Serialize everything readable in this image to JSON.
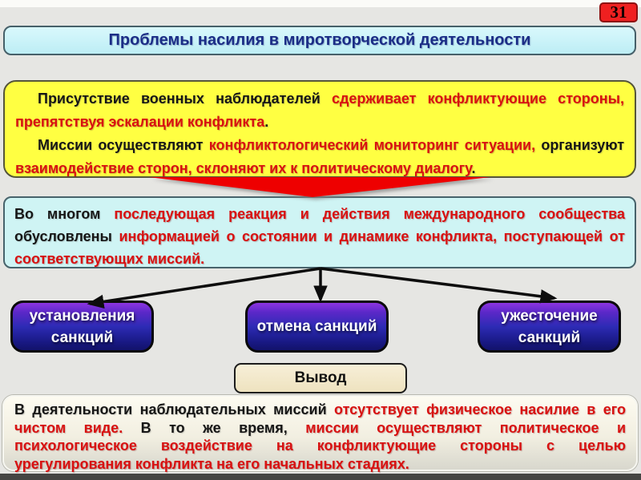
{
  "slide": {
    "page_number": "31",
    "title": "Проблемы насилия в миротворческой деятельности"
  },
  "observer_box": {
    "paragraphs": [
      {
        "runs": [
          {
            "text": "Присутствие военных наблюдателей ",
            "color": "black"
          },
          {
            "text": "сдерживает конфликтующие стороны, препятствуя эскалации конфликта",
            "color": "red"
          },
          {
            "text": ".",
            "color": "black"
          }
        ]
      },
      {
        "runs": [
          {
            "text": "Миссии осуществляют ",
            "color": "black"
          },
          {
            "text": "конфликтологический мониторинг ситуации,",
            "color": "red"
          },
          {
            "text": " организуют ",
            "color": "black"
          },
          {
            "text": "взаимодействие сторон, склоняют их к политическому диалогу",
            "color": "red"
          },
          {
            "text": ".",
            "color": "black"
          }
        ]
      }
    ]
  },
  "reaction_box": {
    "runs": [
      {
        "text": "Во многом ",
        "color": "black"
      },
      {
        "text": "последующая реакция и действия международного сообщества",
        "color": "red"
      },
      {
        "text": " обусловлены ",
        "color": "black"
      },
      {
        "text": "информацией о состоянии и динамике конфликта, поступающей от соответствующих миссий.",
        "color": "red"
      }
    ]
  },
  "sanction_nodes": [
    {
      "label": "установления санкций"
    },
    {
      "label": "отмена санкций"
    },
    {
      "label": "ужесточение санкций"
    }
  ],
  "conclusion": {
    "heading": "Вывод",
    "runs": [
      {
        "text": "В деятельности наблюдательных миссий ",
        "color": "black"
      },
      {
        "text": "отсутствует физическое насилие в его чистом виде.",
        "color": "red"
      },
      {
        "text": " В то же время, ",
        "color": "black"
      },
      {
        "text": "миссии осуществляют политическое и психологическое воздействие на конфликтующие стороны с целью урегулирования конфликта на его начальных стадиях.",
        "color": "red"
      }
    ]
  },
  "colors": {
    "arrow_red": "#ee0000",
    "arrow_black": "#0d0d0d",
    "red_text": "#d81111",
    "black_text": "#161616",
    "title_text": "#1b2d86",
    "yellow_box_bg": "#ffff42",
    "cyan_box_bg": "#cff4f4",
    "node_gradient_top": "#8d35e0",
    "node_gradient_bottom": "#12126a",
    "badge_bg": "#ef2020"
  }
}
